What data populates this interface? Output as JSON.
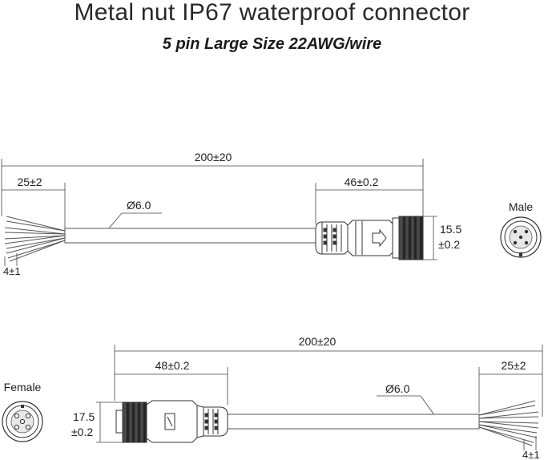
{
  "header": {
    "title": "Metal nut IP67 waterproof connector",
    "subtitle": "5 pin Large Size 22AWG/wire"
  },
  "male": {
    "label": "Male",
    "total_length": "200±20",
    "strip_length": "25±2",
    "connector_length": "46±0.2",
    "cable_diameter": "Ø6.0",
    "connector_height_value": "15.5",
    "connector_height_tol": "±0.2",
    "wire_strip": "4±1"
  },
  "female": {
    "label": "Female",
    "total_length": "200±20",
    "strip_length": "25±2",
    "connector_length": "48±0.2",
    "cable_diameter": "Ø6.0",
    "connector_height_value": "17.5",
    "connector_height_tol": "±0.2",
    "wire_strip": "4±1"
  }
}
